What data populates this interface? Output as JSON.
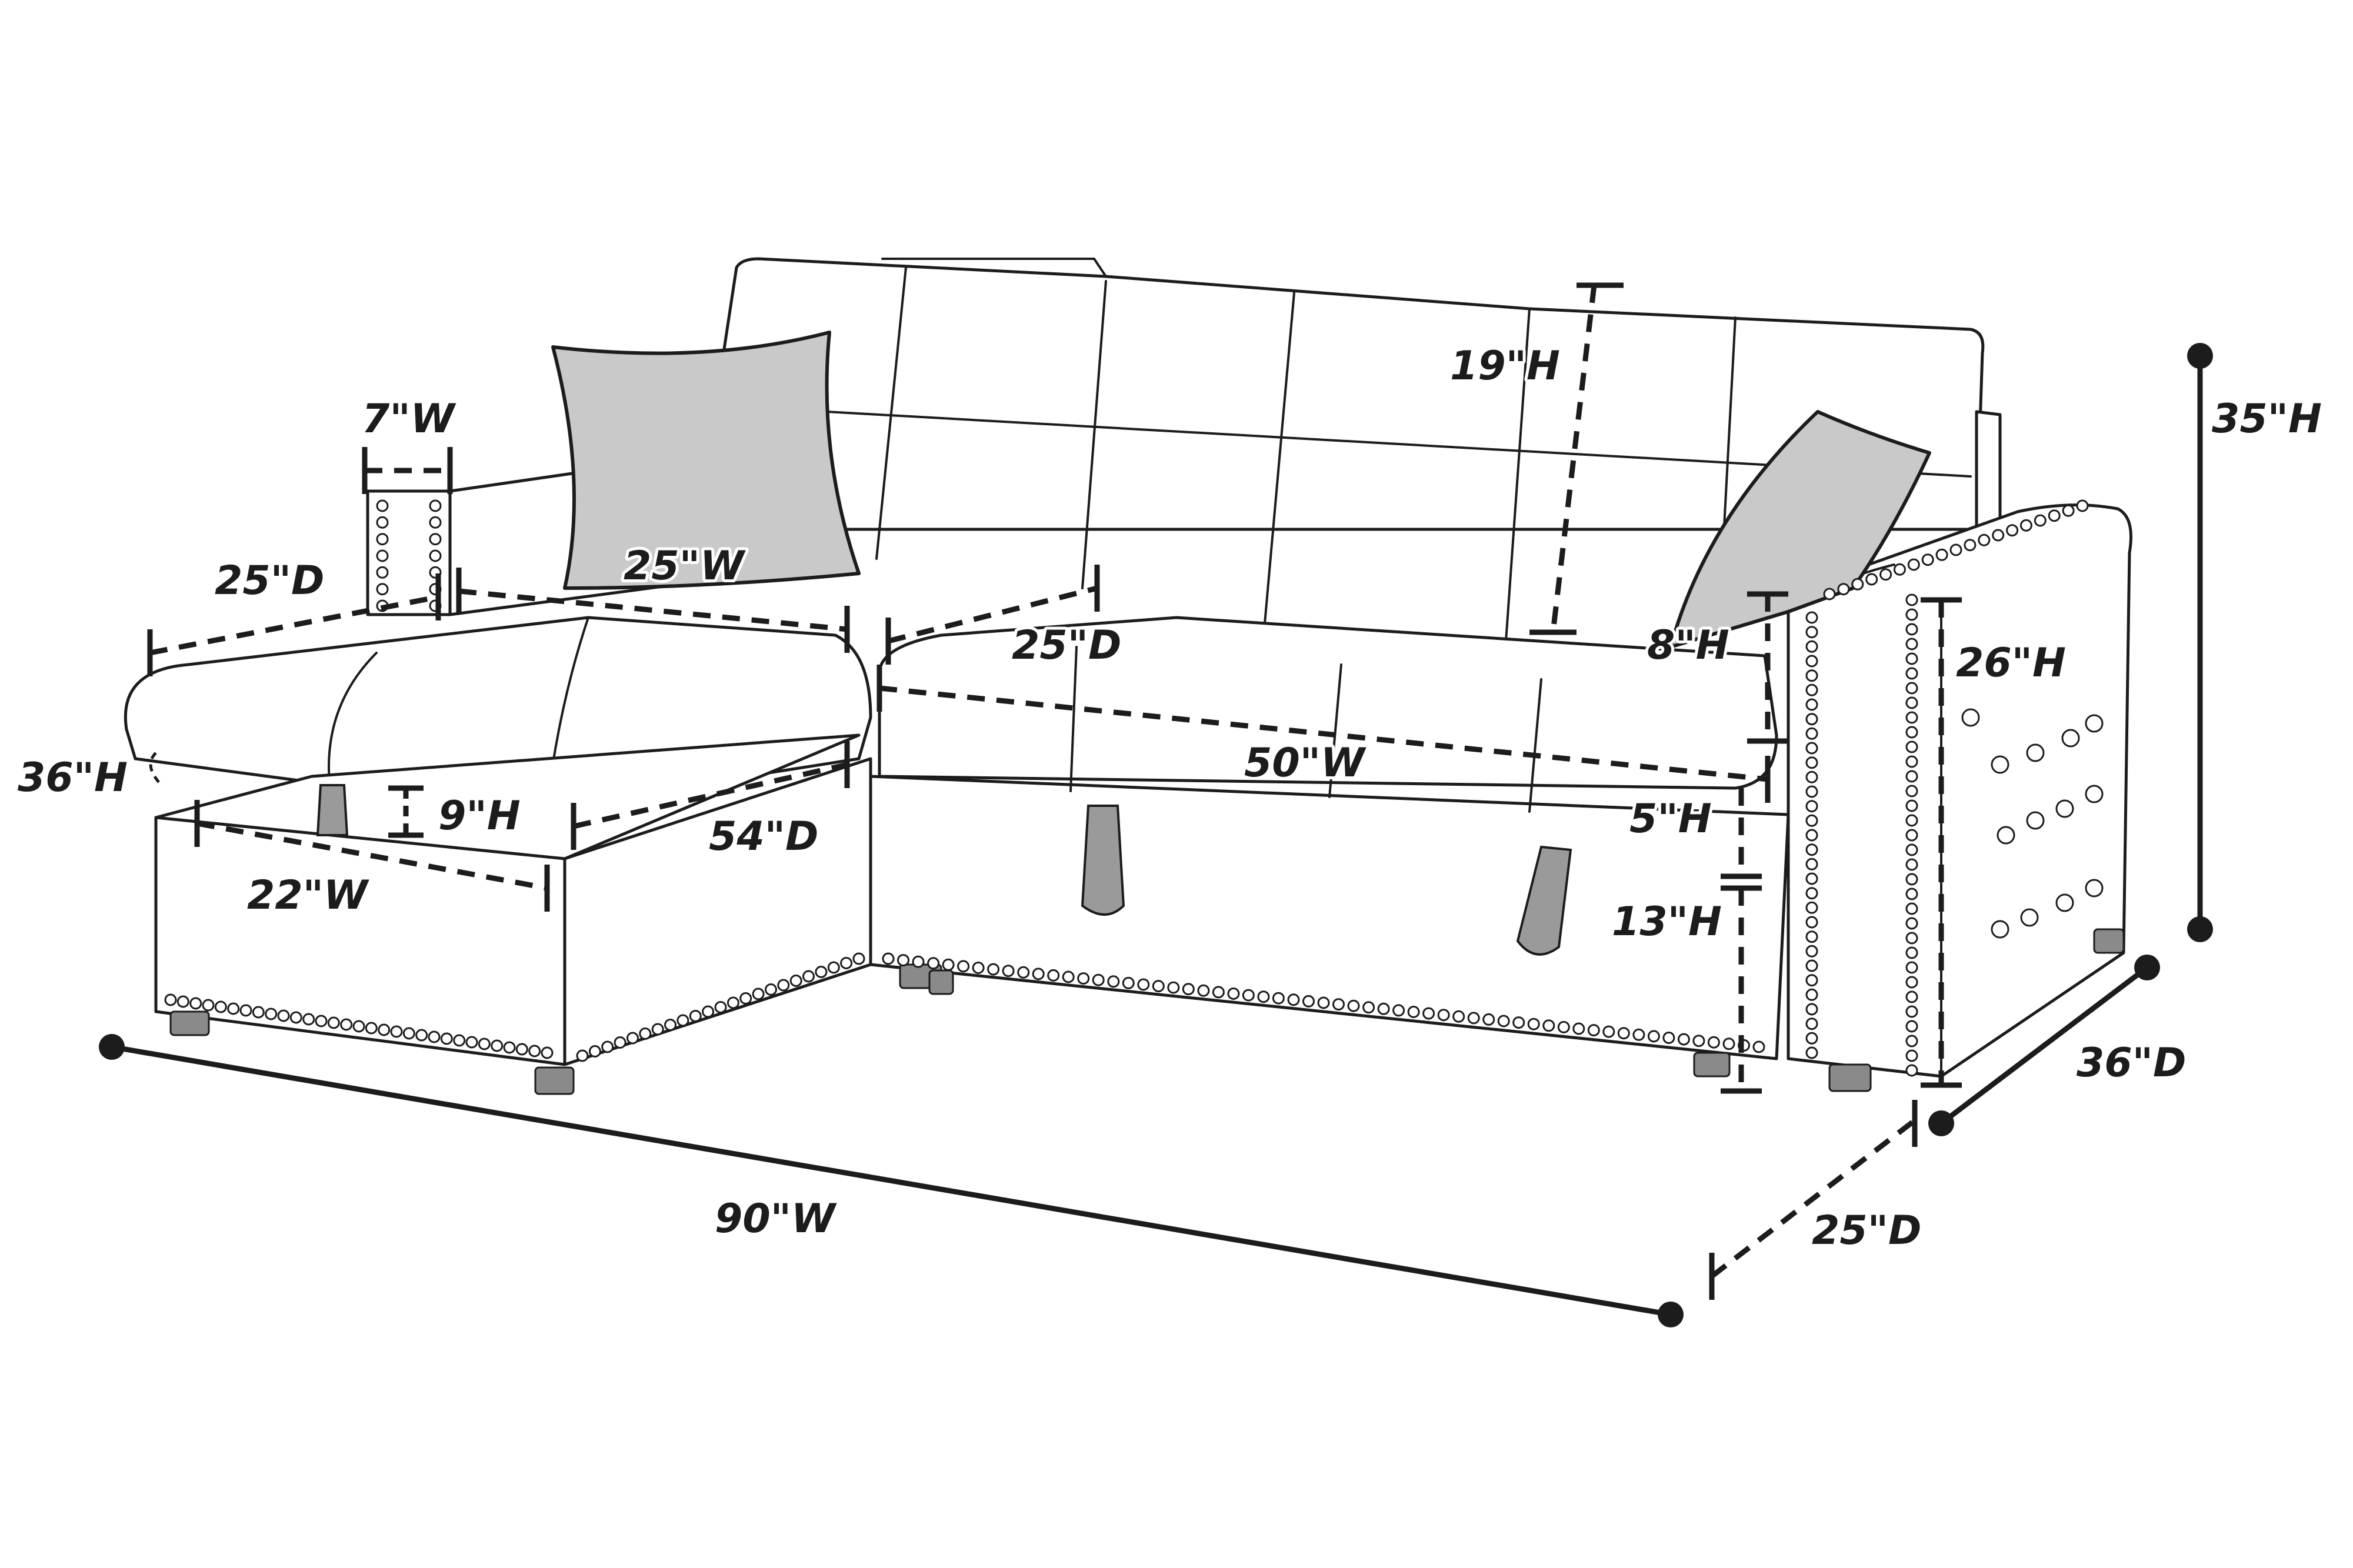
{
  "colors": {
    "ink": "#1c1c1c",
    "pillow": "#c9c9c9",
    "background": "#ffffff"
  },
  "dimensions": {
    "overall_height": "35\"H",
    "overall_width": "90\"W",
    "overall_depth": "36\"D",
    "seat_depth_right": "25\"D",
    "back_height": "19\"H",
    "arm_height": "8\"H",
    "arm_side_height": "26\"H",
    "seat_width": "50\"W",
    "cushion_thickness": "5\"H",
    "seat_height": "13\"H",
    "seat_depth_center": "25\"D",
    "chaise_width": "25\"W",
    "chaise_arm_depth": "25\"D",
    "arm_width": "7\"W",
    "chaise_height": "36\"H",
    "storage_depth": "9\"H",
    "storage_width": "22\"W",
    "chaise_length": "54\"D"
  }
}
